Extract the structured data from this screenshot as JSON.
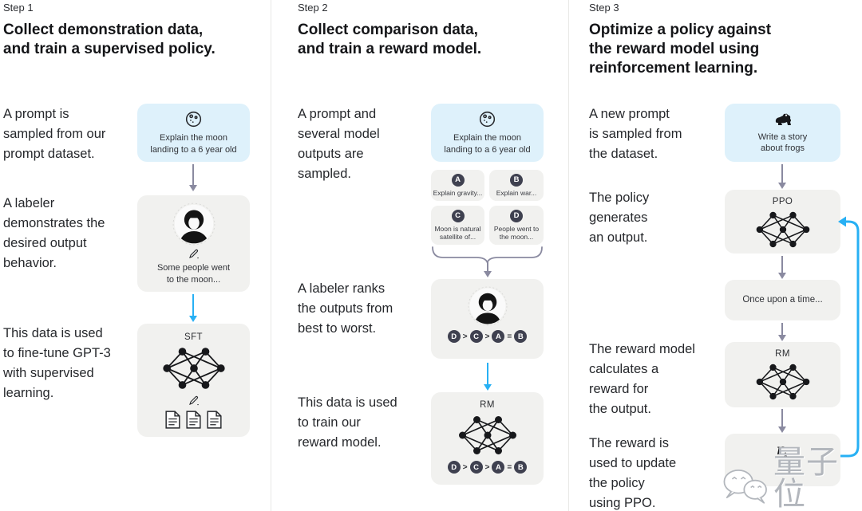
{
  "colors": {
    "accent_blue": "#27b0f4",
    "arrow_gray": "#8a8aa0",
    "box_blue": "#def1fb",
    "box_gray": "#f1f1ef",
    "badge_dark": "#3f4150",
    "text": "#202226",
    "divider": "#e8e8e6",
    "watermark_gray": "#b2b6bc"
  },
  "step1": {
    "step_label": "Step 1",
    "title": "Collect demonstration data,\nand train a supervised policy.",
    "captions": {
      "prompt": "A prompt is\nsampled from our\nprompt dataset.",
      "labeler": "A labeler\ndemonstrates the\ndesired output\nbehavior.",
      "finetune": "This data is used\nto fine-tune GPT-3\nwith supervised\nlearning."
    },
    "prompt_box": {
      "text": "Explain the moon\nlanding to a 6 year old"
    },
    "labeler_box": {
      "text": "Some people went\nto the moon..."
    },
    "sft_box": {
      "label": "SFT"
    }
  },
  "step2": {
    "step_label": "Step 2",
    "title": "Collect comparison data,\nand train a reward model.",
    "captions": {
      "sampled": "A prompt and\nseveral model\noutputs are\nsampled.",
      "ranks": "A labeler ranks\nthe outputs from\nbest to worst.",
      "train": "This data is used\nto train our\nreward model."
    },
    "prompt_box": {
      "text": "Explain the moon\nlanding to a 6 year old"
    },
    "outputs": [
      {
        "badge": "A",
        "text": "Explain gravity..."
      },
      {
        "badge": "B",
        "text": "Explain war..."
      },
      {
        "badge": "C",
        "text": "Moon is natural\nsatellite of..."
      },
      {
        "badge": "D",
        "text": "People went to\nthe moon..."
      }
    ],
    "ranking": {
      "seq": [
        "D",
        ">",
        "C",
        ">",
        "A",
        "=",
        "B"
      ]
    },
    "rm_box": {
      "label": "RM"
    }
  },
  "step3": {
    "step_label": "Step 3",
    "title": "Optimize a policy against\nthe reward model using\nreinforcement learning.",
    "captions": {
      "new_prompt": "A new prompt\nis sampled from\nthe dataset.",
      "policy": "The policy\ngenerates\nan output.",
      "reward_calc": "The reward model\ncalculates a\nreward for\nthe output.",
      "reward_update": "The reward is\nused to update\nthe policy\nusing PPO."
    },
    "prompt_box": {
      "text": "Write a story\nabout frogs"
    },
    "ppo_box": {
      "label": "PPO"
    },
    "output_box": {
      "text": "Once upon a time..."
    },
    "rm_box": {
      "label": "RM"
    },
    "reward_box": {
      "symbol": "r",
      "subscript": "k"
    }
  },
  "watermark": {
    "text": "量子位"
  }
}
